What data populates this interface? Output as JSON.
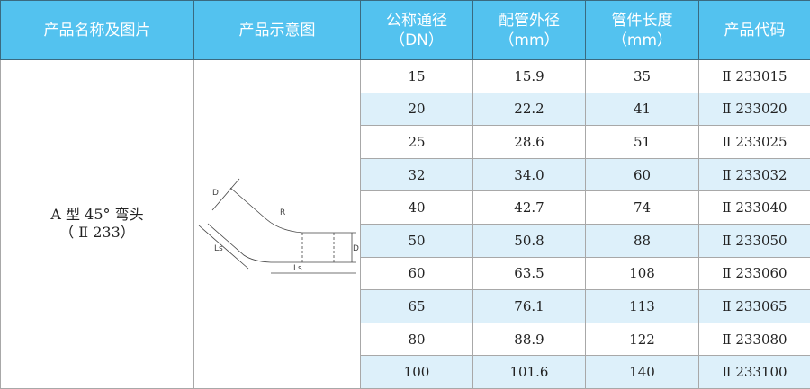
{
  "headers": [
    "产品名称及图片",
    "产品示意图",
    "公称通径",
    "（DN）",
    "配管外径",
    "（mm）",
    "管件长度",
    "（mm）",
    "产品代码"
  ],
  "product": {
    "name": "A 型 45° 弯头",
    "code": "（ Ⅱ 233）"
  },
  "diagram": {
    "labels": {
      "d": "D",
      "r": "R",
      "ls": "Ls"
    }
  },
  "rows": [
    [
      "15",
      "15.9",
      "35",
      "Ⅱ 233015"
    ],
    [
      "20",
      "22.2",
      "41",
      "Ⅱ 233020"
    ],
    [
      "25",
      "28.6",
      "51",
      "Ⅱ 233025"
    ],
    [
      "32",
      "34.0",
      "60",
      "Ⅱ 233032"
    ],
    [
      "40",
      "42.7",
      "74",
      "Ⅱ 233040"
    ],
    [
      "50",
      "50.8",
      "88",
      "Ⅱ 233050"
    ],
    [
      "60",
      "63.5",
      "108",
      "Ⅱ 233060"
    ],
    [
      "65",
      "76.1",
      "113",
      "Ⅱ 233065"
    ],
    [
      "80",
      "88.9",
      "122",
      "Ⅱ 233080"
    ],
    [
      "100",
      "101.6",
      "140",
      "Ⅱ 233100"
    ]
  ],
  "colors": {
    "header": "#53c2ef",
    "alt_row": "#ddf0fa"
  }
}
